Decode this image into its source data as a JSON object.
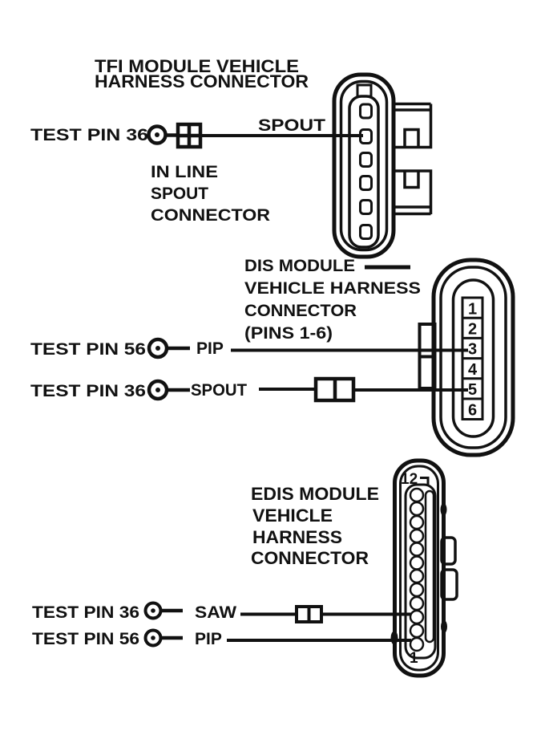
{
  "colors": {
    "background": "#ffffff",
    "ink": "#111111"
  },
  "tfi": {
    "title_line1": "TFI MODULE VEHICLE",
    "title_line2": "HARNESS CONNECTOR",
    "test_pin_label": "TEST PIN 36",
    "signal_label": "SPOUT",
    "inline_label_line1": "IN LINE",
    "inline_label_line2": "SPOUT",
    "inline_label_line3": "CONNECTOR"
  },
  "dis": {
    "title_line1": "DIS MODULE",
    "title_line2": "VEHICLE HARNESS",
    "title_line3": "CONNECTOR",
    "title_line4": "(PINS 1-6)",
    "row1": {
      "test_pin_label": "TEST PIN 56",
      "signal_label": "PIP"
    },
    "row2": {
      "test_pin_label": "TEST PIN 36",
      "signal_label": "SPOUT"
    },
    "pin_numbers": [
      "1",
      "2",
      "3",
      "4",
      "5",
      "6"
    ]
  },
  "edis": {
    "title_line1": "EDIS MODULE",
    "title_line2": "VEHICLE",
    "title_line3": "HARNESS",
    "title_line4": "CONNECTOR",
    "row1": {
      "test_pin_label": "TEST PIN 36",
      "signal_label": "SAW"
    },
    "row2": {
      "test_pin_label": "TEST PIN 56",
      "signal_label": "PIP"
    },
    "top_pin_label": "12",
    "bottom_pin_label": "1"
  }
}
